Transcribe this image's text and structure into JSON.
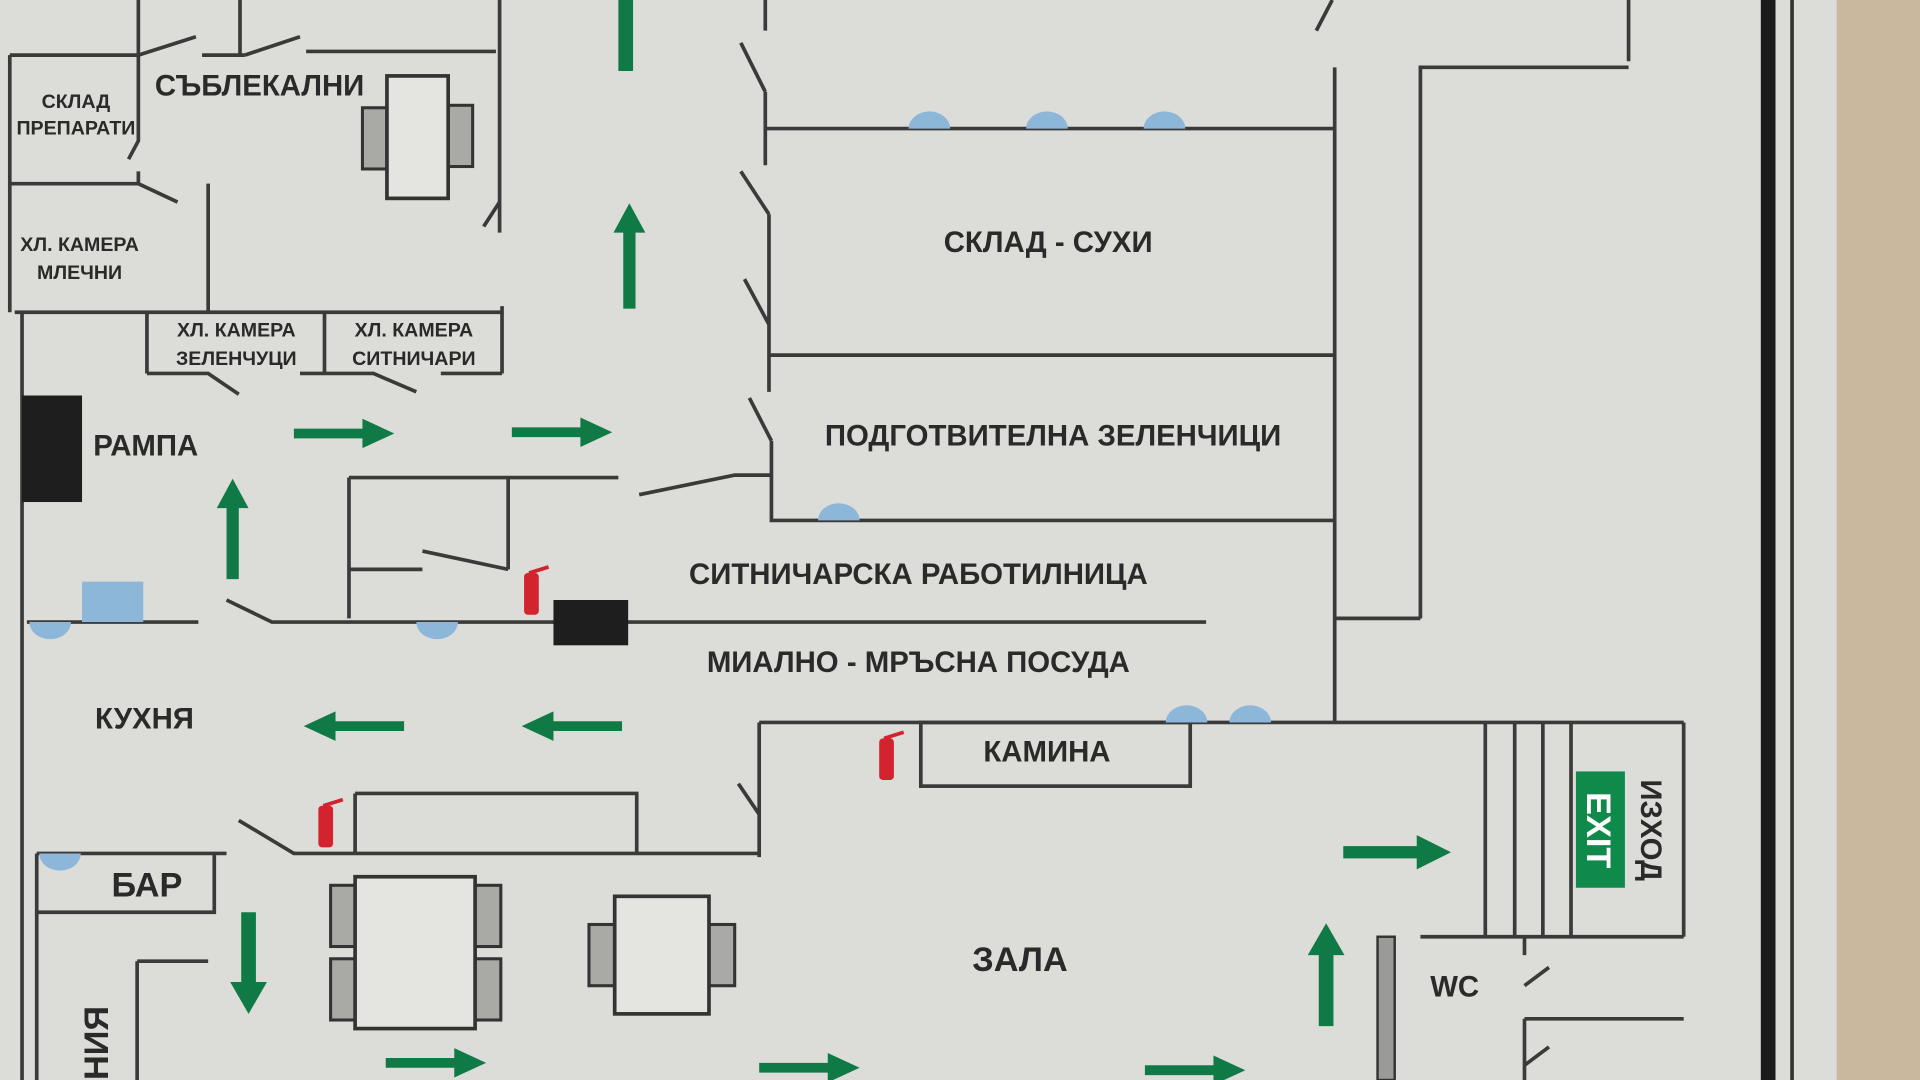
{
  "plan": {
    "rooms": {
      "sklad_preparati": [
        "СКЛАД",
        "ПРЕПАРАТИ"
      ],
      "sablekalni": "СЪБЛЕКАЛНИ",
      "kamera_mlechni": [
        "ХЛ. КАМЕРА",
        "МЛЕЧНИ"
      ],
      "kamera_zelenchuci": [
        "ХЛ. КАМЕРА",
        "ЗЕЛЕНЧУЦИ"
      ],
      "kamera_sitnichari": [
        "ХЛ. КАМЕРА",
        "СИТНИЧАРИ"
      ],
      "rampa": "РАМПА",
      "sklad_suhi": "СКЛАД - СУХИ",
      "podgotvitelna": "ПОДГОТВИТЕЛНА ЗЕЛЕНЧИЦИ",
      "sitnicharska": "СИТНИЧАРСКА РАБОТИЛНИЦА",
      "mialno": "МИАЛНО - МРЪСНА ПОСУДА",
      "kuhnya": "КУХНЯ",
      "kamina": "КАМИНА",
      "bar": "БАР",
      "zala": "ЗАЛА",
      "wc": "WC",
      "partial_bottom_left": "НИЯ"
    },
    "exit_sign": "EXIT",
    "exit_label": "ИЗХОД",
    "colors": {
      "arrow": "#0f7a45",
      "extinguisher": "#d2232f",
      "marker": "#8db7d9",
      "wall": "#3a3a3a"
    }
  }
}
